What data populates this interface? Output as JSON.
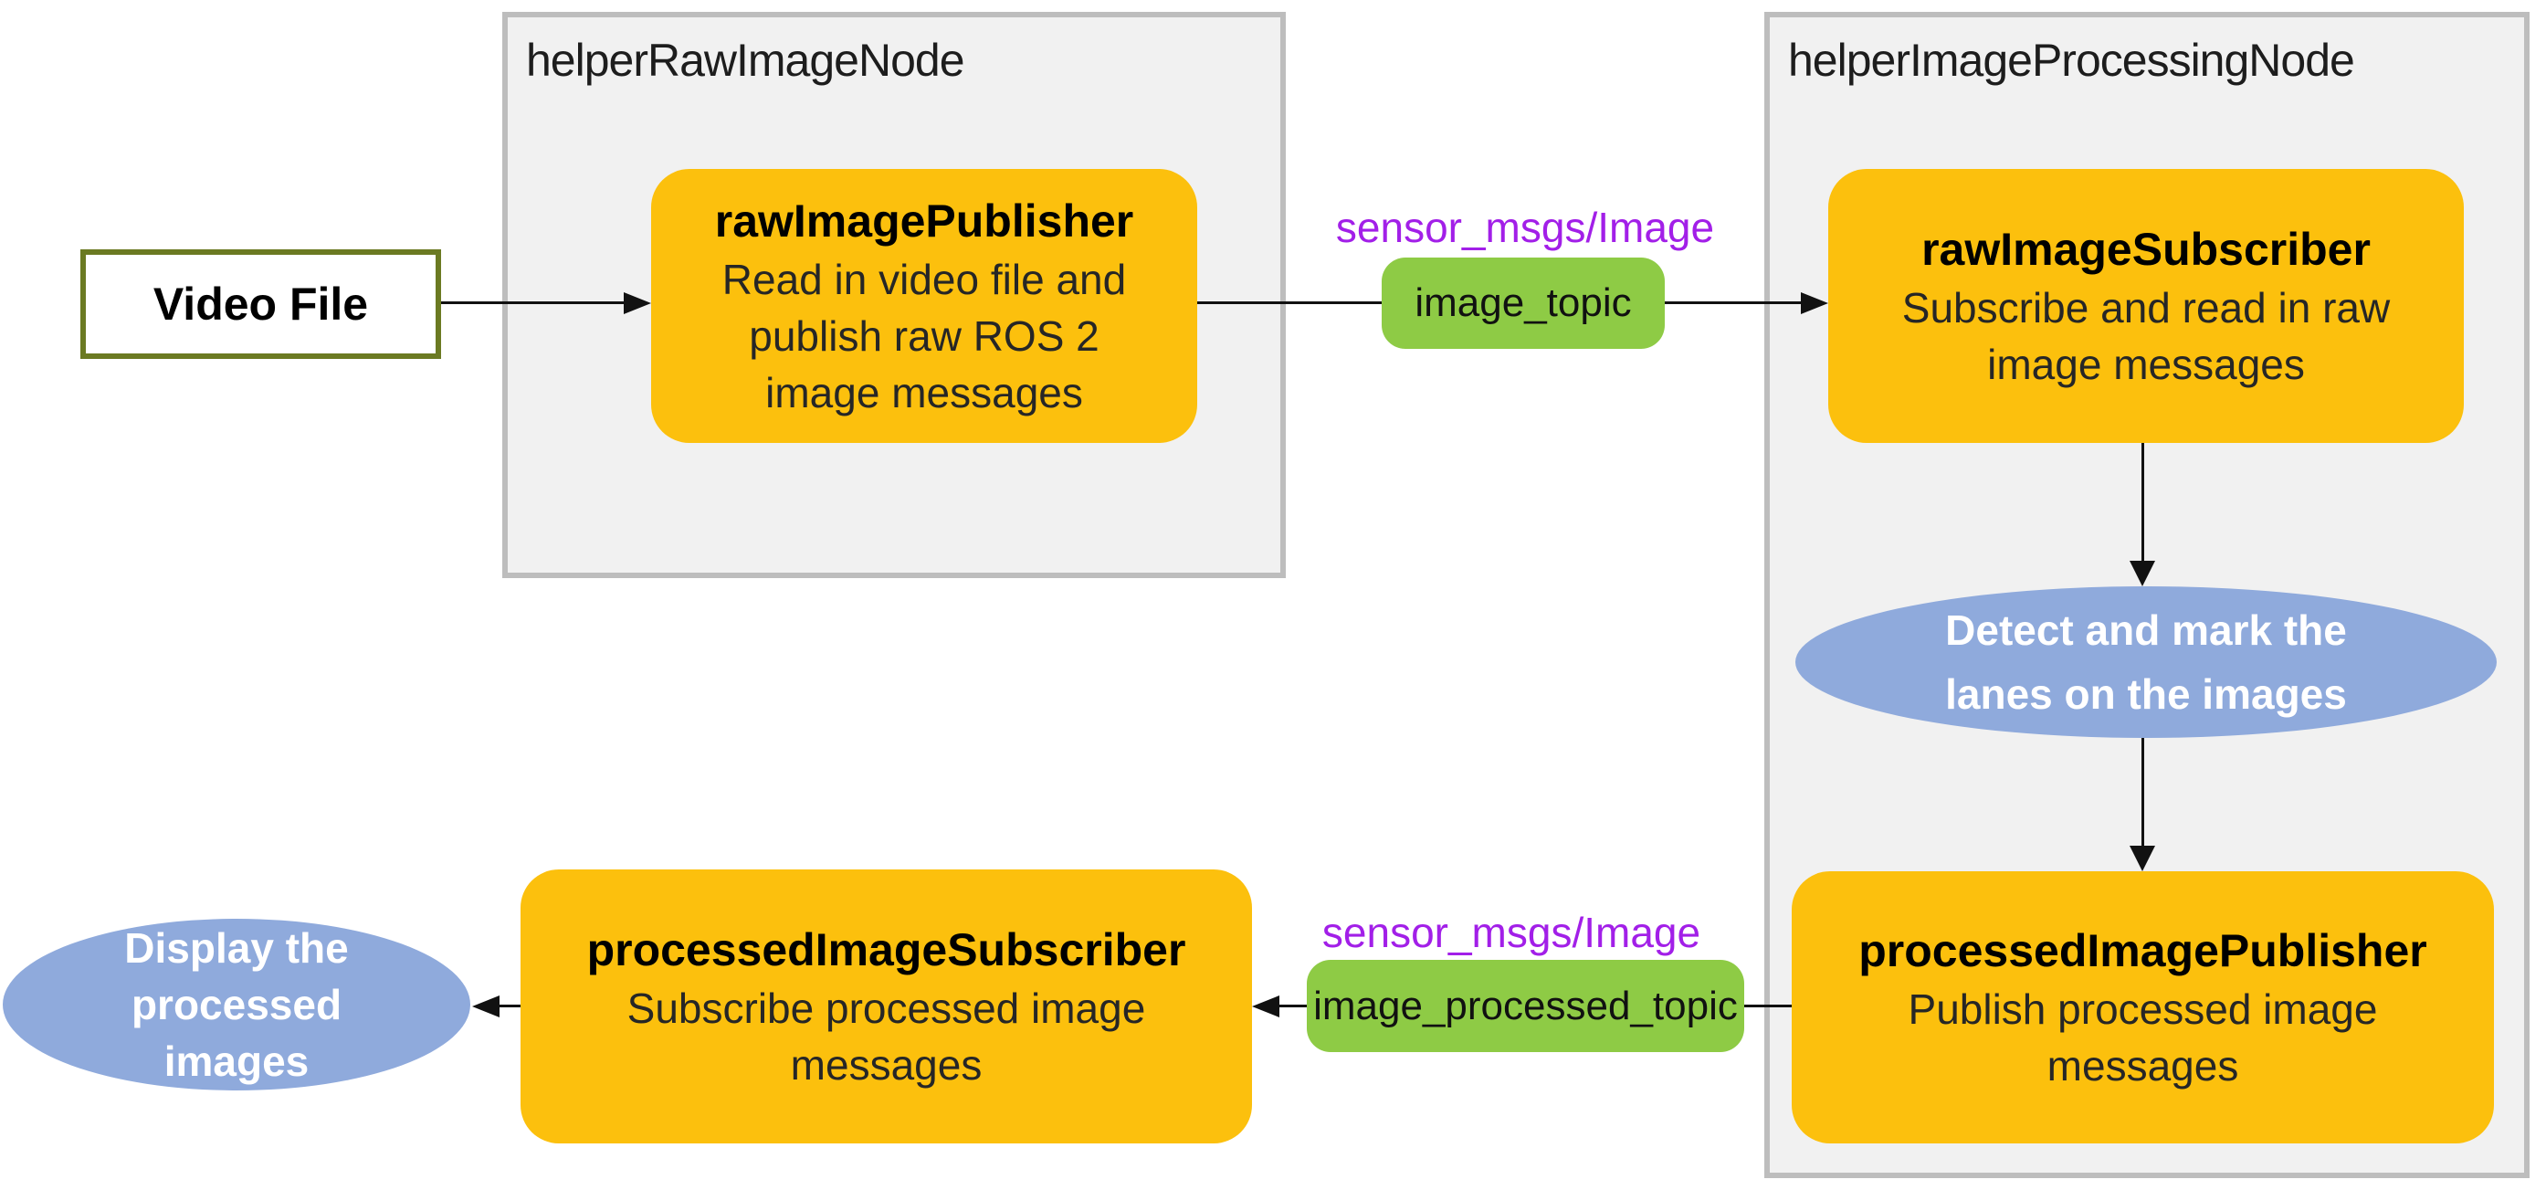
{
  "colors": {
    "node_fill": "#fcc00d",
    "topic_fill": "#8ecb45",
    "ellipse_fill": "#8faadc",
    "msg_type_text": "#a21fe8",
    "video_border": "#6b7a22",
    "container_fill": "#f1f1f1",
    "container_border": "#bdbdbd",
    "arrow": "#111111"
  },
  "video_file": {
    "label": "Video File"
  },
  "containers": [
    {
      "label": "helperRawImageNode"
    },
    {
      "label": "helperImageProcessingNode"
    }
  ],
  "nodes": {
    "raw_image_publisher": {
      "title": "rawImagePublisher",
      "lines": [
        "Read in video file and",
        "publish raw ROS 2",
        "image messages"
      ]
    },
    "raw_image_subscriber": {
      "title": "rawImageSubscriber",
      "lines": [
        "Subscribe and read in raw",
        "image messages"
      ]
    },
    "processed_image_publisher": {
      "title": "processedImagePublisher",
      "lines": [
        "Publish processed image",
        "messages"
      ]
    },
    "processed_image_subscriber": {
      "title": "processedImageSubscriber",
      "lines": [
        "Subscribe processed image",
        "messages"
      ]
    }
  },
  "topics": {
    "image_topic": {
      "type_label": "sensor_msgs/Image",
      "name": "image_topic"
    },
    "image_processed_topic": {
      "type_label": "sensor_msgs/Image",
      "name": "image_processed_topic"
    }
  },
  "steps": {
    "detect_lanes": {
      "lines": [
        "Detect and mark the",
        "lanes on the images"
      ]
    },
    "display_images": {
      "lines": [
        "Display the",
        "processed",
        "images"
      ]
    }
  }
}
